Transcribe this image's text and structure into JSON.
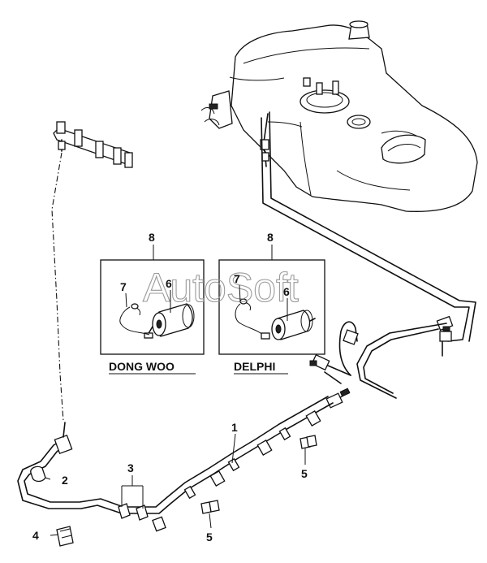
{
  "watermark": "AutoSoft",
  "callouts": {
    "c1": "1",
    "c2": "2",
    "c3": "3",
    "c4": "4",
    "c5a": "5",
    "c5b": "5",
    "c6a": "6",
    "c6b": "6",
    "c7a": "7",
    "c7b": "7",
    "c8a": "8",
    "c8b": "8"
  },
  "variants": {
    "left": "DONG WOO",
    "right": "DELPHI"
  }
}
